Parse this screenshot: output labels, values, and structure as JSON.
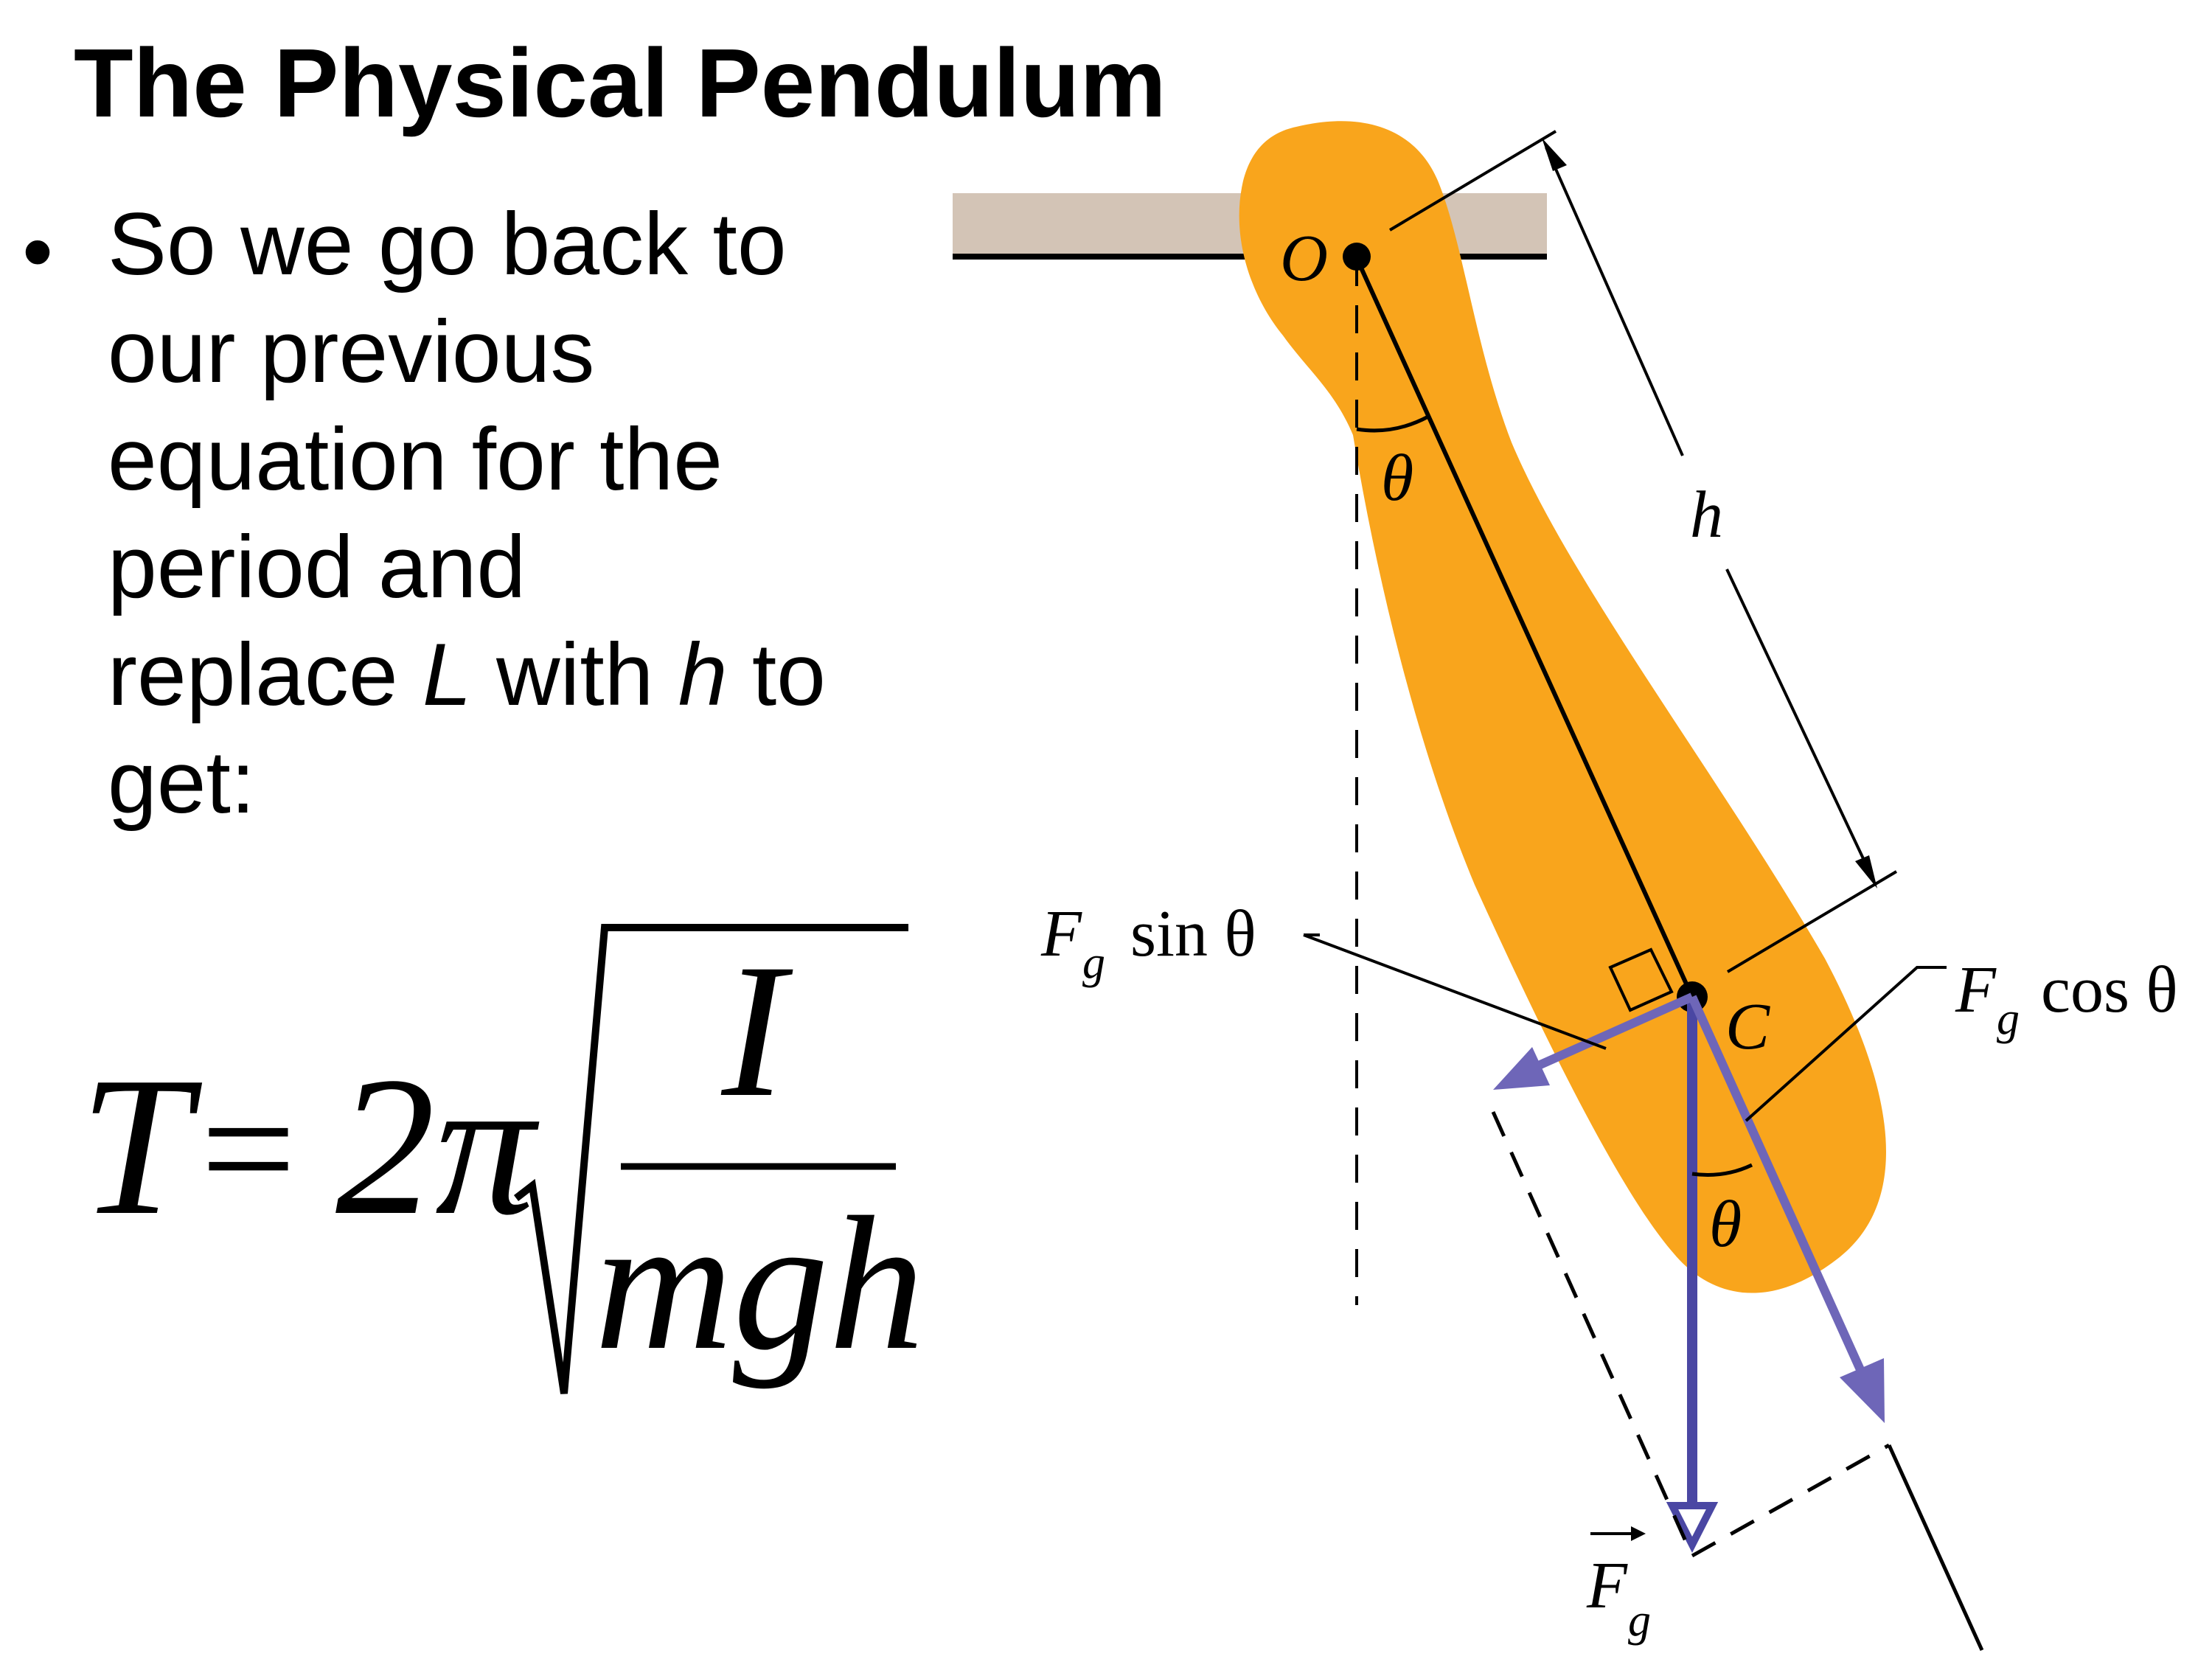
{
  "slide": {
    "title": "The Physical Pendulum",
    "bullet": {
      "lines": [
        "So we go back to",
        "our previous",
        "equation for the",
        "period and"
      ],
      "line5_pre": "replace ",
      "line5_var1": "L",
      "line5_mid": " with ",
      "line5_var2": "h",
      "line5_post": " to",
      "line6": "get:"
    },
    "formula": {
      "lhs": "T",
      "equals": "=",
      "coefficient": "2π",
      "numerator": "I",
      "denominator": "mgh"
    }
  },
  "diagram": {
    "labels": {
      "pivot": "O",
      "angle_top": "θ",
      "length": "h",
      "center": "C",
      "angle_bottom": "θ",
      "sin_component_F": "F",
      "sin_component_sub": "g",
      "sin_component_text": "sin θ",
      "cos_component_F": "F",
      "cos_component_sub": "g",
      "cos_component_text": "cos θ",
      "force_F": "F",
      "force_sub": "g"
    },
    "colors": {
      "body": "#F9A51C",
      "ceiling": "#D3C4B6",
      "force_arrow": "#4A47A3",
      "component_arrow": "#6E66B8",
      "lines": "#000000"
    }
  }
}
